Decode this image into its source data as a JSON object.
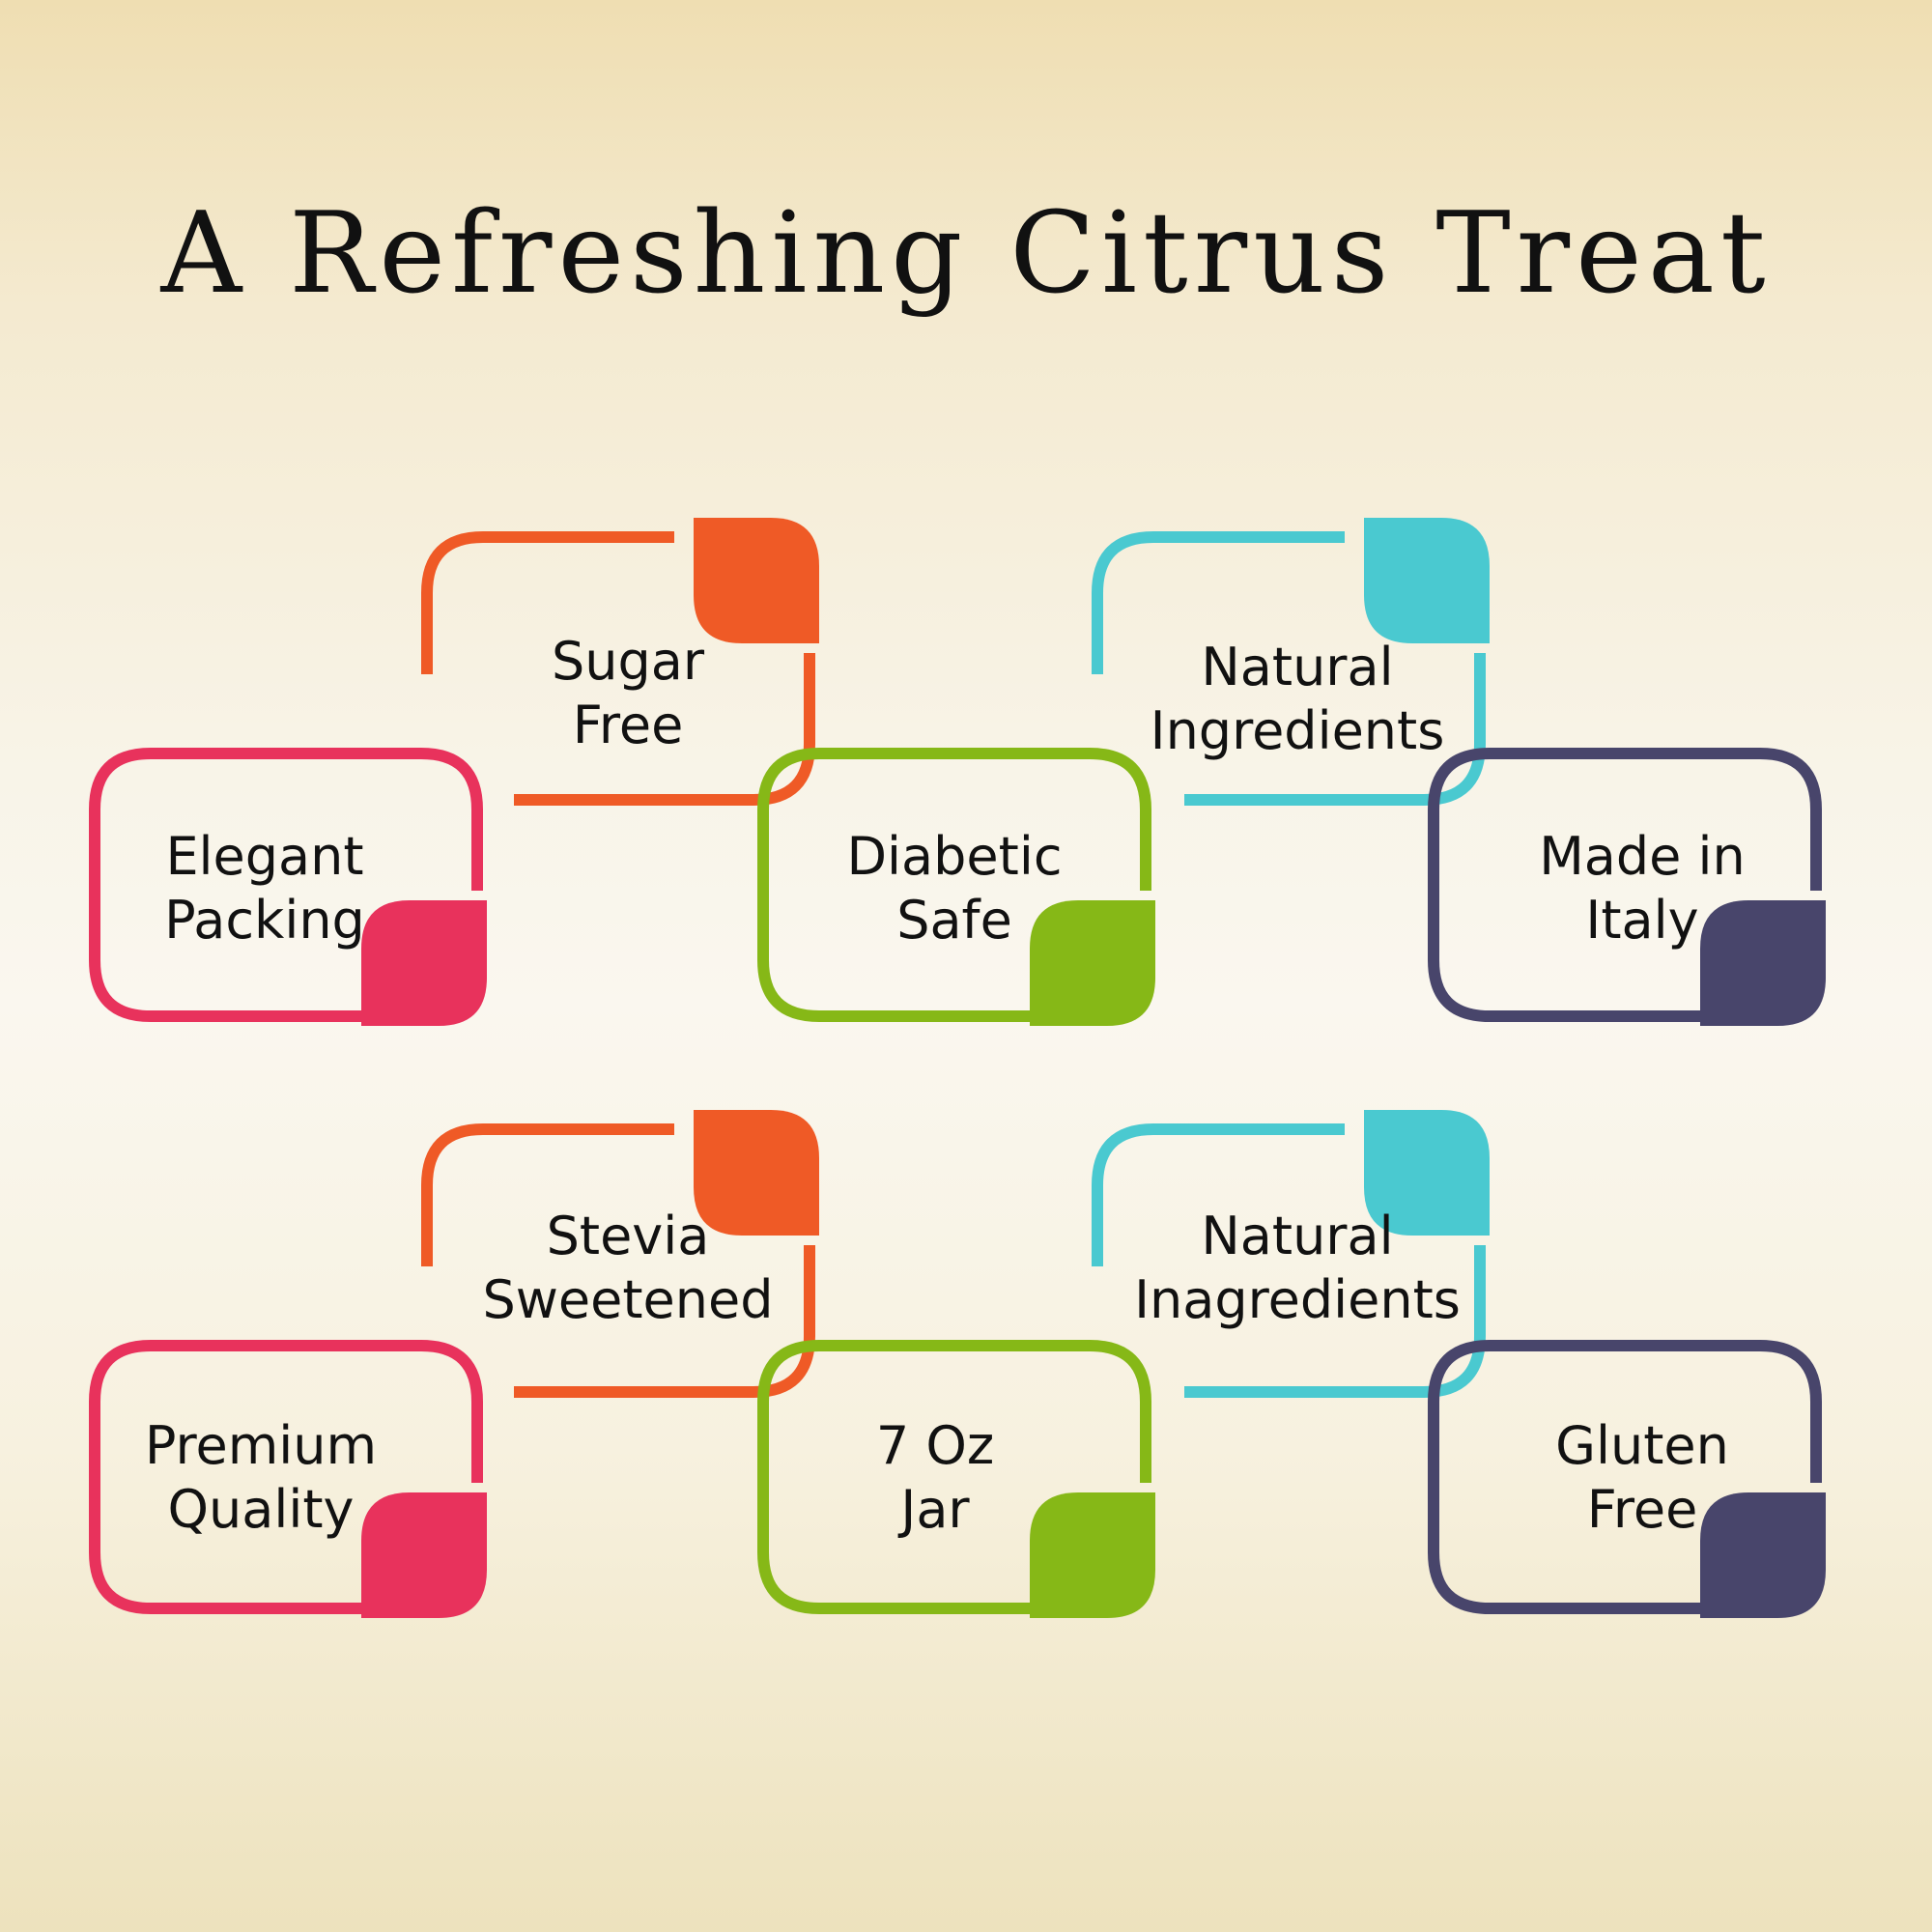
{
  "title": "A Refreshing Citrus Treat",
  "colors": {
    "red": "#e8325c",
    "orange": "#ef5a26",
    "green": "#86b817",
    "teal": "#4ac9d0",
    "navy": "#48456b"
  },
  "features": [
    {
      "key": "elegant-packing",
      "lines": [
        "Elegant",
        "Packing"
      ],
      "color": "red"
    },
    {
      "key": "sugar-free",
      "lines": [
        "Sugar",
        "Free"
      ],
      "color": "orange"
    },
    {
      "key": "diabetic-safe",
      "lines": [
        "Diabetic",
        "Safe"
      ],
      "color": "green"
    },
    {
      "key": "natural-ingredients",
      "lines": [
        "Natural",
        "Ingredients"
      ],
      "color": "teal"
    },
    {
      "key": "made-in-italy",
      "lines": [
        "Made in",
        "Italy"
      ],
      "color": "navy"
    },
    {
      "key": "premium-quality",
      "lines": [
        "Premium",
        "Quality"
      ],
      "color": "red"
    },
    {
      "key": "stevia-sweetened",
      "lines": [
        "Stevia",
        "Sweetened"
      ],
      "color": "orange"
    },
    {
      "key": "7-oz-jar",
      "lines": [
        "7 Oz",
        "Jar"
      ],
      "color": "green"
    },
    {
      "key": "natural-inagredients",
      "lines": [
        "Natural",
        "Inagredients"
      ],
      "color": "teal"
    },
    {
      "key": "gluten-free",
      "lines": [
        "Gluten",
        "Free"
      ],
      "color": "navy"
    }
  ]
}
